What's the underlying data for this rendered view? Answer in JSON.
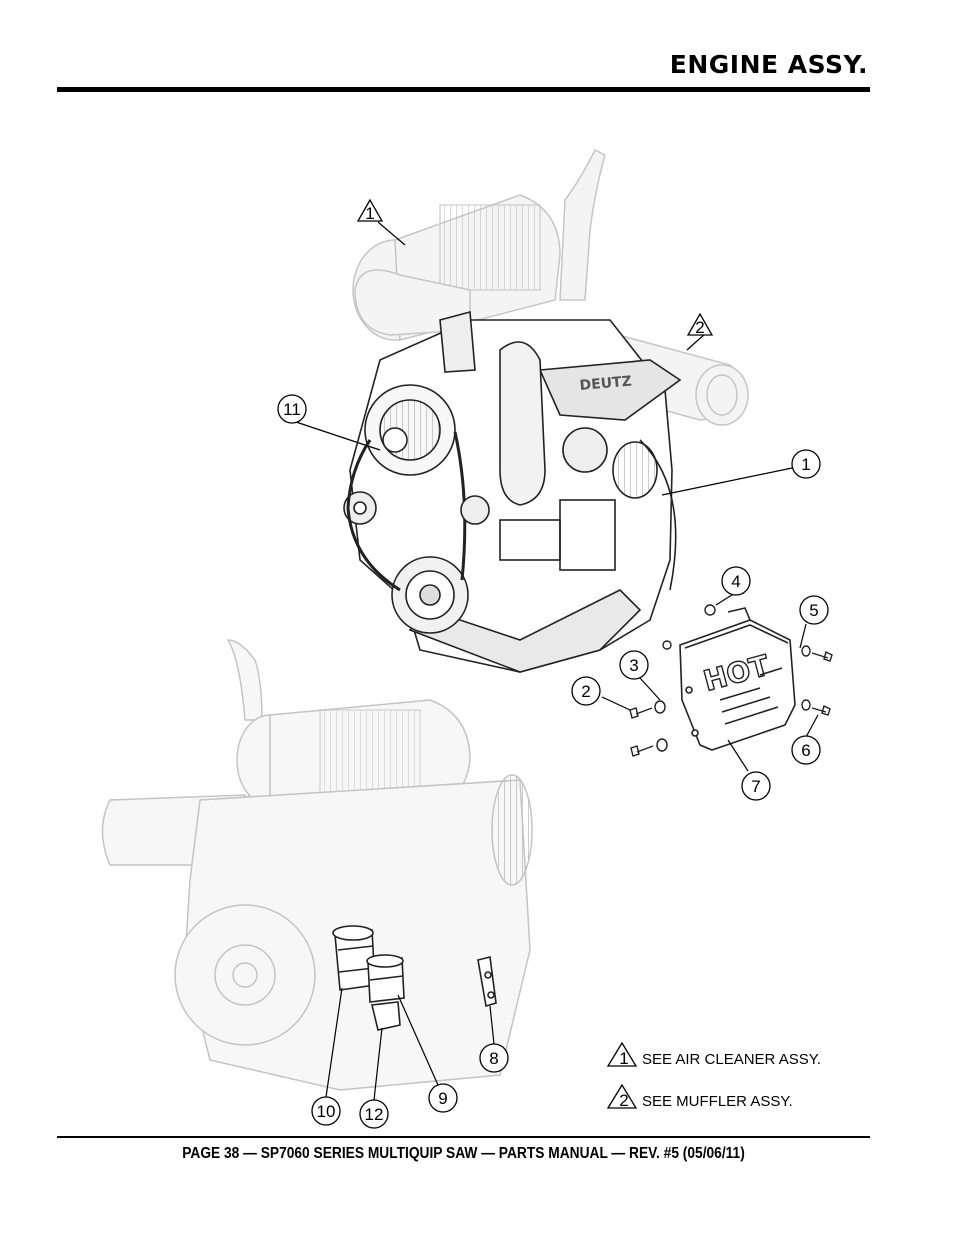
{
  "header": {
    "title": "ENGINE ASSY."
  },
  "footer": {
    "text": "PAGE 38 — SP7060 SERIES MULTIQUIP SAW — PARTS MANUAL — REV. #5 (05/06/11)"
  },
  "callouts": [
    "1",
    "2",
    "3",
    "4",
    "5",
    "6",
    "7",
    "8",
    "9",
    "10",
    "11",
    "12"
  ],
  "notes": [
    {
      "mark": "1",
      "text": "SEE AIR CLEANER ASSY."
    },
    {
      "mark": "2",
      "text": "SEE MUFFLER ASSY."
    }
  ],
  "artwork": {
    "shield_label": "HOT"
  }
}
